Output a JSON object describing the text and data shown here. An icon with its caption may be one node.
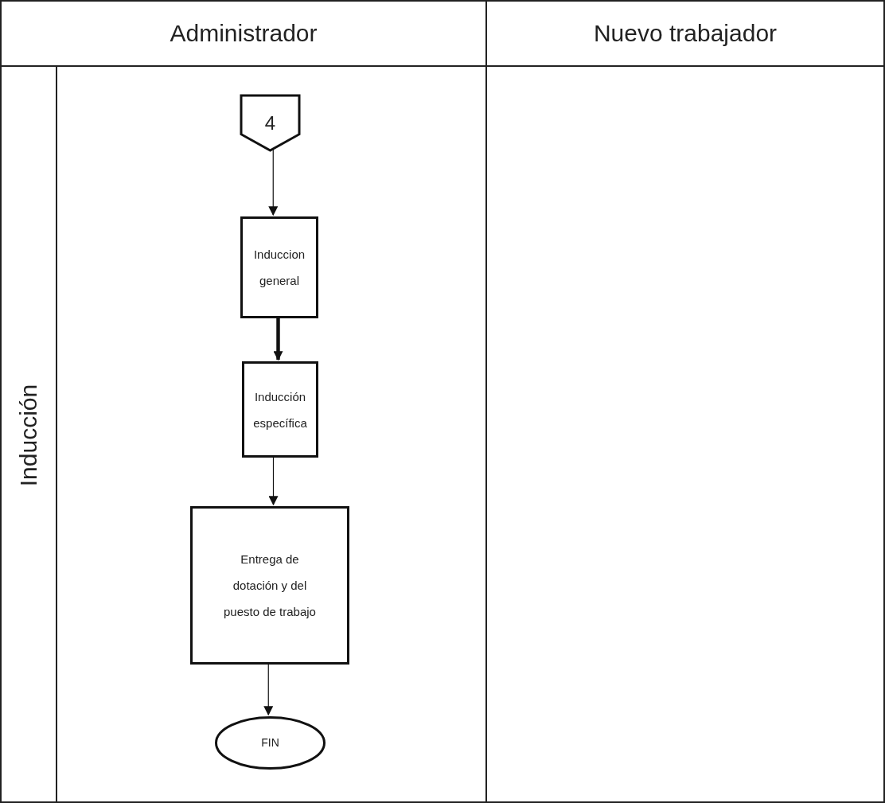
{
  "diagram": {
    "nodes": [
      {
        "text": [
          "Administrador"
        ]
      },
      {
        "text": [
          "Nuevo trabajador"
        ]
      },
      {
        "text": [
          "Inducción"
        ],
        "in": 0
      },
      {
        "text": [
          "4"
        ],
        "in": 0
      },
      {
        "text": [
          "Induccion general"
        ],
        "in": 0
      },
      {
        "text": [
          "Inducción específica"
        ],
        "in": 0
      },
      {
        "text": [
          "Entrega de dotación y del puesto de trabajo"
        ],
        "in": 0
      },
      {
        "text": [
          "FIN"
        ],
        "in": 0
      }
    ],
    "edges": [
      {
        "from": 3,
        "to": 4,
        "arrow": "to"
      },
      {
        "from": 4,
        "to": 5,
        "arrow": "to",
        "style": "thick"
      },
      {
        "from": 5,
        "to": 6,
        "arrow": "to"
      },
      {
        "from": 6,
        "to": 7,
        "arrow": "to"
      }
    ]
  }
}
